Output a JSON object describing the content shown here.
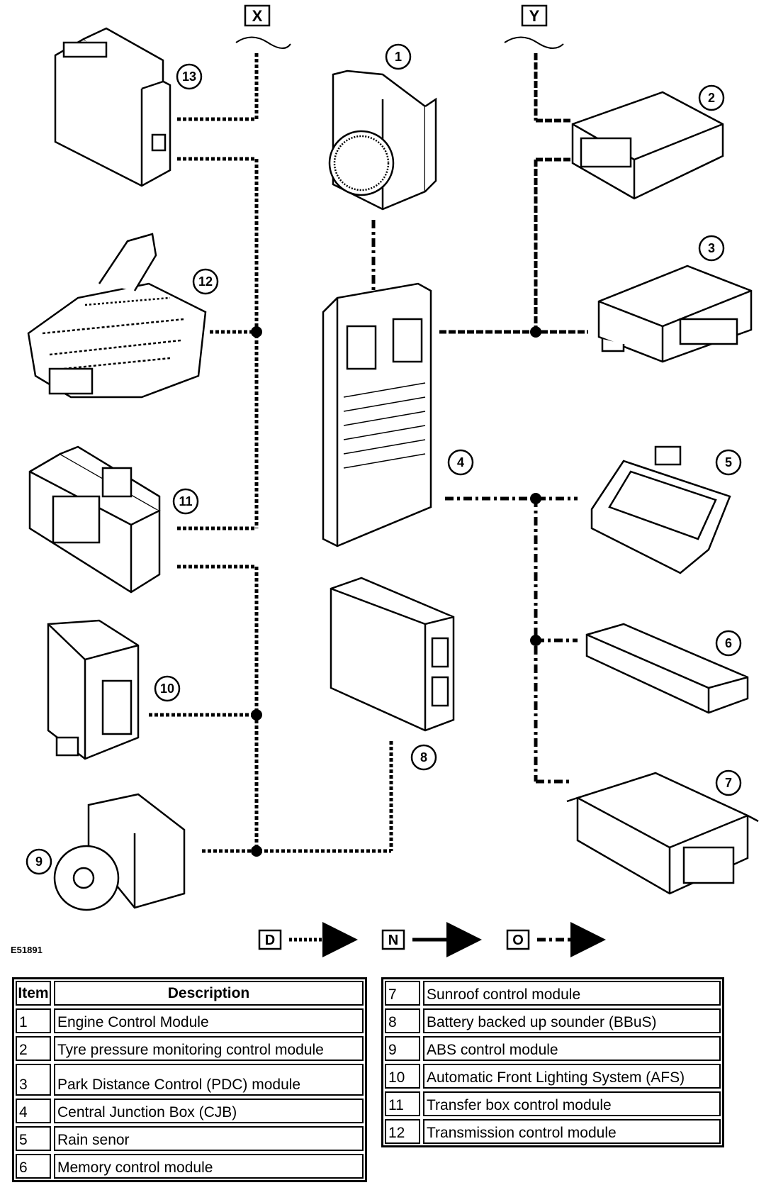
{
  "figure_id": "E51891",
  "bus_labels": [
    "X",
    "Y"
  ],
  "key": [
    {
      "letter": "D",
      "style": "dotted"
    },
    {
      "letter": "N",
      "style": "solid"
    },
    {
      "letter": "O",
      "style": "dash-dot"
    }
  ],
  "callouts": [
    "1",
    "2",
    "3",
    "4",
    "5",
    "6",
    "7",
    "8",
    "9",
    "10",
    "11",
    "12",
    "13"
  ],
  "table": {
    "headers": {
      "item": "Item",
      "description": "Description"
    },
    "rows": [
      {
        "item": "1",
        "description": "Engine Control Module"
      },
      {
        "item": "2",
        "description": "Tyre pressure monitoring control module"
      },
      {
        "item": "3",
        "description": "Park Distance Control (PDC) module"
      },
      {
        "item": "4",
        "description": "Central Junction Box (CJB)"
      },
      {
        "item": "5",
        "description": "Rain senor"
      },
      {
        "item": "6",
        "description": "Memory control module"
      },
      {
        "item": "7",
        "description": "Sunroof control module"
      },
      {
        "item": "8",
        "description": "Battery backed up sounder (BBuS)"
      },
      {
        "item": "9",
        "description": "ABS control module"
      },
      {
        "item": "10",
        "description": "Automatic Front Lighting System (AFS)"
      },
      {
        "item": "11",
        "description": "Transfer box control module"
      },
      {
        "item": "12",
        "description": "Transmission control module"
      }
    ]
  }
}
